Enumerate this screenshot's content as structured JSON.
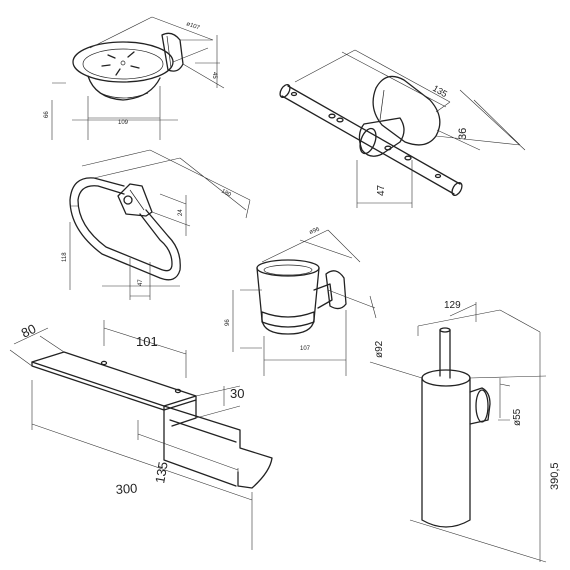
{
  "drawings": [
    {
      "id": "soap-dish",
      "dims": [
        "ø107",
        "45",
        "66",
        "109"
      ]
    },
    {
      "id": "double-hook",
      "dims": [
        "135",
        "36",
        "47"
      ]
    },
    {
      "id": "towel-ring",
      "dims": [
        "180",
        "24",
        "118",
        "47"
      ]
    },
    {
      "id": "tumbler-holder",
      "dims": [
        "ø96",
        "96",
        "107"
      ]
    },
    {
      "id": "paper-holder",
      "dims": [
        "80",
        "101",
        "30",
        "300",
        "135"
      ]
    },
    {
      "id": "toilet-brush",
      "dims": [
        "129",
        "ø92",
        "ø55",
        "390,5"
      ]
    }
  ]
}
